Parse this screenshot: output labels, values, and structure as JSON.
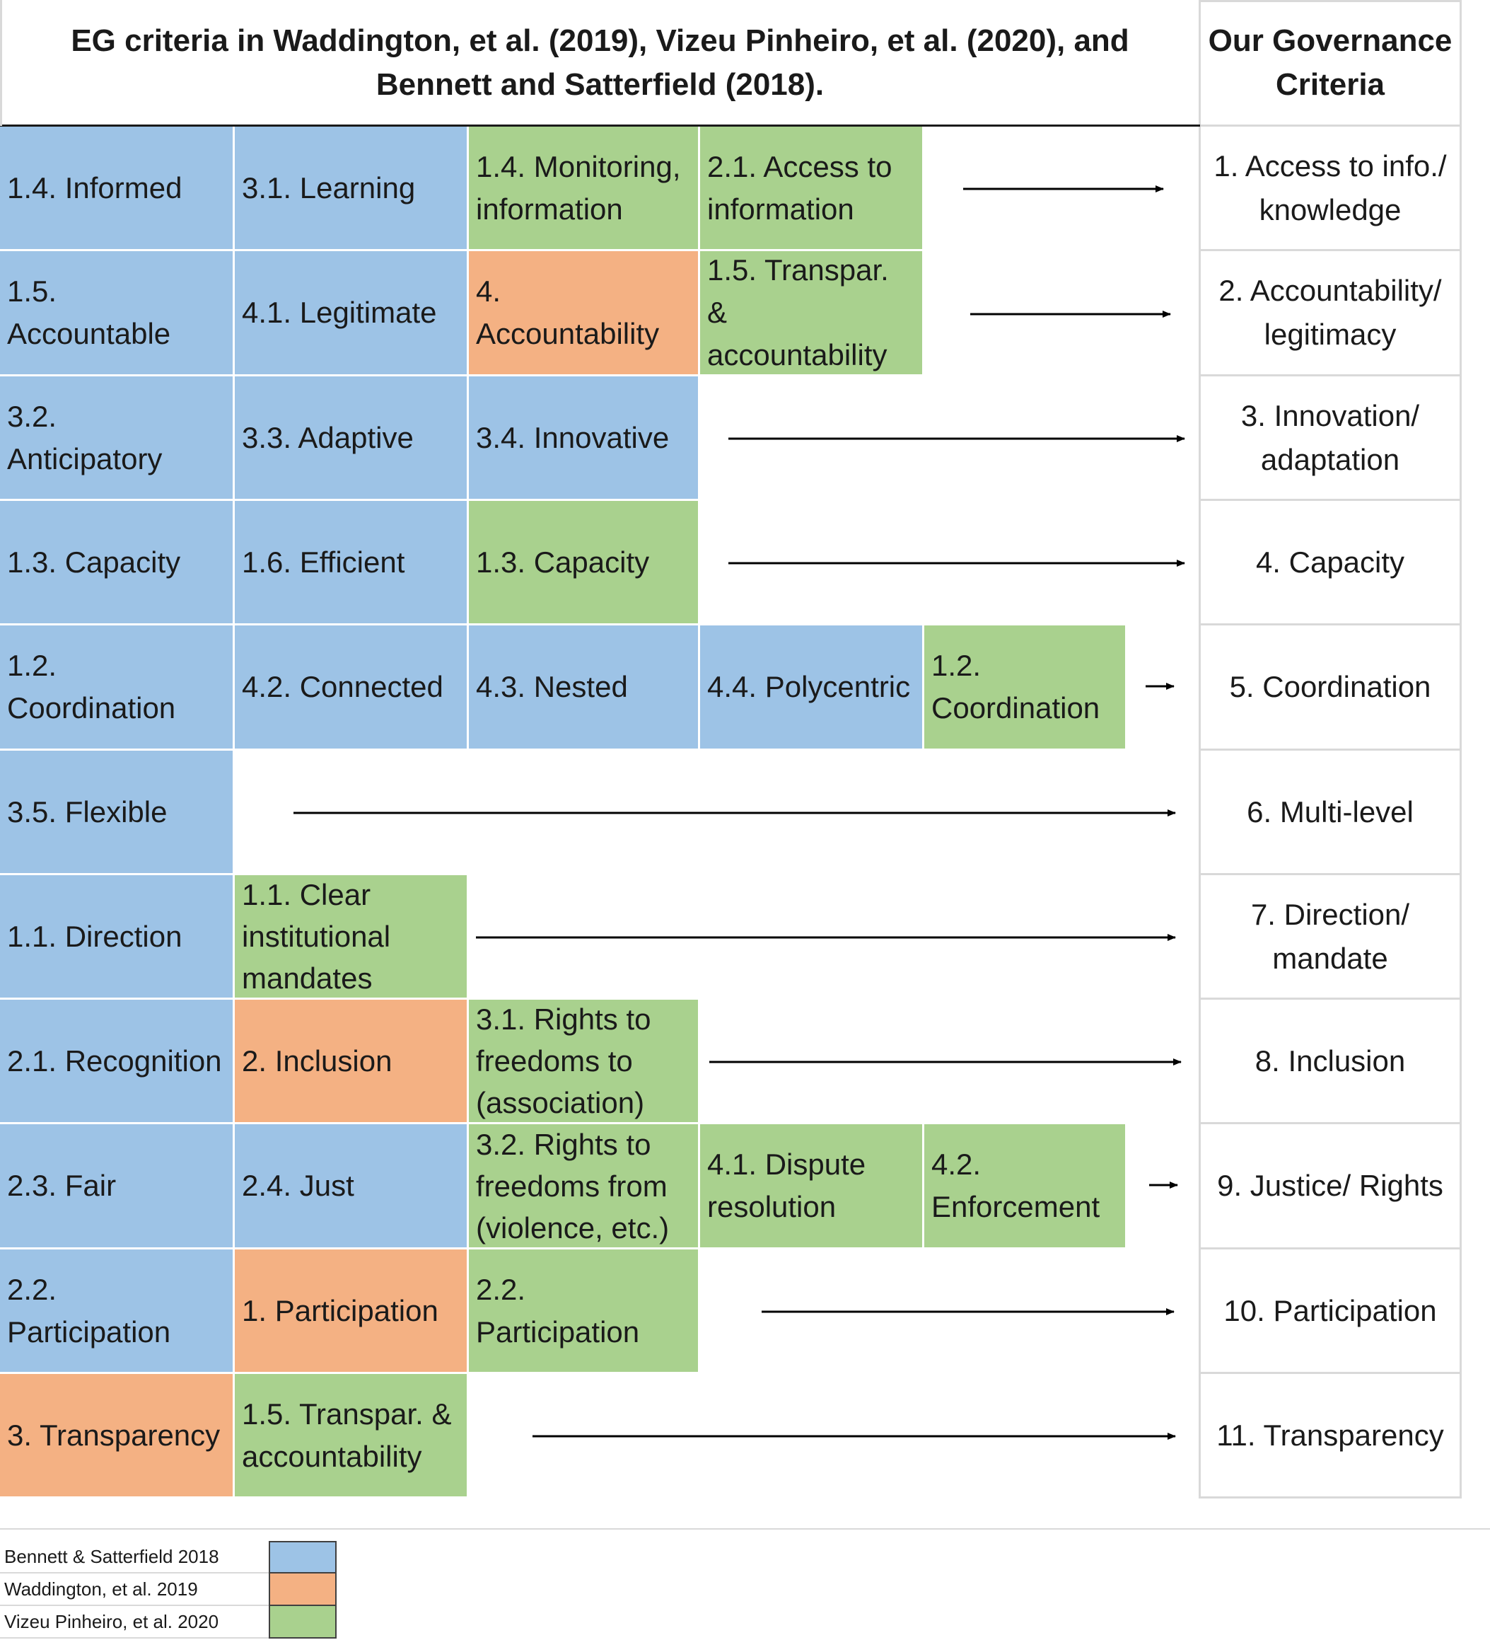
{
  "header": {
    "left_title": "EG criteria in  Waddington, et al. (2019), Vizeu Pinheiro, et al. (2020), and\nBennett and Satterfield (2018).",
    "right_title": "Our Governance\nCriteria"
  },
  "rows": [
    {
      "cells": [
        {
          "text": "1.4. Informed",
          "color": "blue"
        },
        {
          "text": "3.1. Learning",
          "color": "blue"
        },
        {
          "text": "1.4. Monitoring,\ninformation",
          "color": "green"
        },
        {
          "text": "2.1. Access to\ninformation",
          "color": "green"
        }
      ],
      "result": "1. Access to info./\nknowledge"
    },
    {
      "cells": [
        {
          "text": "1.5.\nAccountable",
          "color": "blue"
        },
        {
          "text": "4.1. Legitimate",
          "color": "blue"
        },
        {
          "text": "4.\nAccountability",
          "color": "orange"
        },
        {
          "text": "1.5. Transpar. &\naccountability",
          "color": "green"
        }
      ],
      "result": "2. Accountability/\nlegitimacy"
    },
    {
      "cells": [
        {
          "text": "3.2.\nAnticipatory",
          "color": "blue"
        },
        {
          "text": "3.3. Adaptive",
          "color": "blue"
        },
        {
          "text": "3.4. Innovative",
          "color": "blue"
        }
      ],
      "result": "3. Innovation/\nadaptation"
    },
    {
      "cells": [
        {
          "text": "1.3. Capacity",
          "color": "blue"
        },
        {
          "text": "1.6. Efficient",
          "color": "blue"
        },
        {
          "text": "1.3. Capacity",
          "color": "green"
        }
      ],
      "result": "4. Capacity"
    },
    {
      "cells": [
        {
          "text": "1.2.\nCoordination",
          "color": "blue"
        },
        {
          "text": "4.2. Connected",
          "color": "blue"
        },
        {
          "text": "4.3. Nested",
          "color": "blue"
        },
        {
          "text": "4.4. Polycentric",
          "color": "blue"
        },
        {
          "text": "1.2.\nCoordination",
          "color": "green"
        }
      ],
      "result": "5. Coordination"
    },
    {
      "cells": [
        {
          "text": "3.5. Flexible",
          "color": "blue"
        }
      ],
      "result": "6. Multi-level"
    },
    {
      "cells": [
        {
          "text": "1.1. Direction",
          "color": "blue"
        },
        {
          "text": "1.1. Clear\ninstitutional\nmandates",
          "color": "green"
        }
      ],
      "result": "7. Direction/\nmandate"
    },
    {
      "cells": [
        {
          "text": "2.1. Recognition",
          "color": "blue"
        },
        {
          "text": "2. Inclusion",
          "color": "orange"
        },
        {
          "text": "3.1. Rights to\nfreedoms to\n(association)",
          "color": "green"
        }
      ],
      "result": "8. Inclusion"
    },
    {
      "cells": [
        {
          "text": "2.3. Fair",
          "color": "blue"
        },
        {
          "text": "2.4. Just",
          "color": "blue"
        },
        {
          "text": "3.2. Rights to\nfreedoms from\n(violence, etc.)",
          "color": "green"
        },
        {
          "text": "4.1. Dispute\nresolution",
          "color": "green"
        },
        {
          "text": "4.2.\nEnforcement",
          "color": "green"
        }
      ],
      "result": "9. Justice/ Rights"
    },
    {
      "cells": [
        {
          "text": "2.2.\nParticipation",
          "color": "blue"
        },
        {
          "text": "1. Participation",
          "color": "orange"
        },
        {
          "text": "2.2.\nParticipation",
          "color": "green"
        }
      ],
      "result": "10. Participation"
    },
    {
      "cells": [
        {
          "text": "3. Transparency",
          "color": "orange"
        },
        {
          "text": "1.5. Transpar. &\naccountability",
          "color": "green"
        }
      ],
      "result": "11. Transparency"
    }
  ],
  "legend": [
    {
      "label": "Bennett & Satterfield 2018",
      "color": "#9dc3e6"
    },
    {
      "label": "Waddington, et al. 2019",
      "color": "#f4b183"
    },
    {
      "label": "Vizeu Pinheiro, et al. 2020",
      "color": "#a9d18e"
    }
  ]
}
